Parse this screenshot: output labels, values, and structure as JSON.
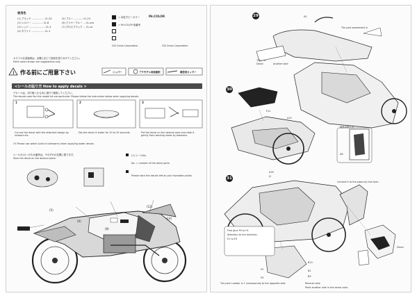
{
  "left_page": {
    "used_colors_title": "使用色",
    "color_list": [
      "(1) ブラック ................. CL-S2",
      "(2) シルバー ............... CL-8",
      "(3) レッド ..................... CL-3",
      "(4) ホワイト ................. CL-1"
    ],
    "color_list_b": [
      "(5) ブルー ............ CL-23",
      "(6) クリヤーブルー ... CL-xxx",
      "(7) グロスブラック ... CL-xx"
    ],
    "mr_color_label": "Mr.COLOR",
    "mr_color_note": "= 水性ホビーカラー",
    "mr_color_line2": "= Mr.COLOR 色番号",
    "gsi_creos": "GSI Creos Corporation",
    "gsi_creos_2": "GSI Creos Corporation",
    "intro_text": "カラフルな塗装例は、必要に応じて部品を塗り分けてください。",
    "intro_text_en": "Paint colors shown are suggestions only.",
    "prep_title": "作る前にご用意下さい",
    "tools": [
      "ニッパー",
      "プラモデル用接着剤",
      "模型用カッター"
    ],
    "decal_section_title": "<シールの貼り方 How to apply decals >",
    "decal_intro_jp": "デカールは、切り取ったら水に浸けて使用してください。",
    "decal_intro_en": "The decals used for this model kit are particular. Please follow the instruction below when applying decals.",
    "decal_steps": [
      "1",
      "2",
      "3"
    ],
    "decal_step_captions": [
      "Cut out the decal with the attached design by scissors etc.",
      "Dip the decal in water for 10 to 20 seconds.",
      "Put the decal on the desired area and slide it gently from backing sheet by tweezers."
    ],
    "decal_footnote": "(*) Please use water (cold or lukewarm) when applying water decals.",
    "decal_tip_jp": "シールの(1)〜(23)の番号は、それぞれの位置に貼ります。",
    "decal_tip_en": "Stick the decal on the desired place.",
    "sticker_note_1": "(1) シールNo.",
    "sticker_note_2": "No. = number of the decal parts",
    "sticker_note_3": "Please stick the decals left at your favorable points."
  },
  "right_page": {
    "step_numbers": [
      "29",
      "30",
      "31"
    ],
    "part_label_a": "A5",
    "assembled_label": "The part assembled in",
    "decal_label": "Decal",
    "another_side": "Another side",
    "decal_jp": "デカール",
    "part_a16": "A16",
    "part_e11": "E11",
    "part_a15": "A15",
    "callout_jp": "部品の貼り方",
    "part_a8": "A8",
    "part_a16b": "A16",
    "part_j2": "J2",
    "reverse_side": "Reverse side",
    "same_color": "Paint another side in the same color.",
    "fit_correctly": "Cement it to the pipes by this form.",
    "note_first": "First glue P9 to F4",
    "note_attention": "Attention to the direction.",
    "note_e1": "E1 to E3",
    "note_correspond": "The part number is 1 correspondly to the opposite side.",
    "part_b2": "B2",
    "part_b9": "B9",
    "part_b13": "B13",
    "part_f9": "F9",
    "part_f6": "F6",
    "decal_short": "Decal"
  },
  "palette": {
    "paper": "#fbfbfb",
    "ink": "#1a1a1a",
    "gray": "#4a4a4a"
  }
}
